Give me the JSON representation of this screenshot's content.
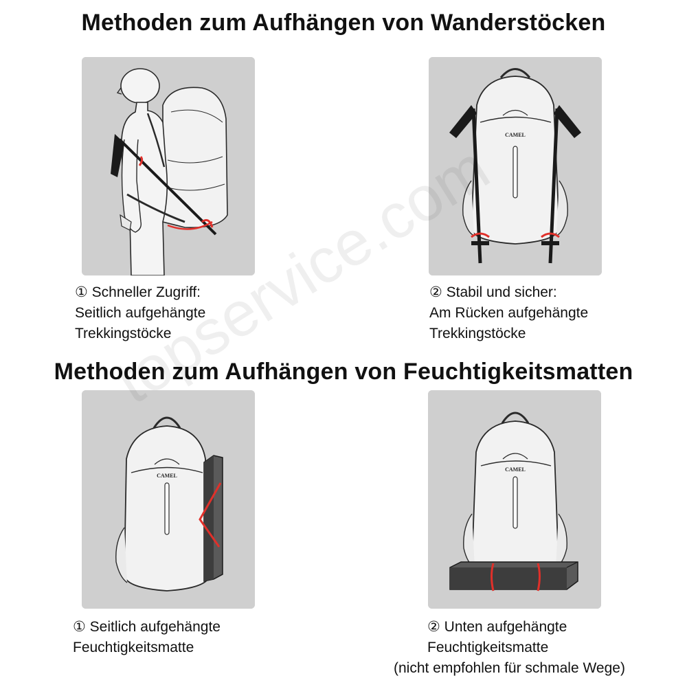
{
  "sections": {
    "poles_title": "Methoden zum Aufhängen von Wanderstöcken",
    "mats_title": "Methoden zum Aufhängen von Feuchtigkeitsmatten"
  },
  "captions": {
    "pole_side": [
      "① Schneller Zugriff:",
      "Seitlich aufgehängte",
      "Trekkingstöcke"
    ],
    "pole_back": [
      "② Stabil und sicher:",
      "Am Rücken aufgehängte",
      "Trekkingstöcke"
    ],
    "mat_side": [
      "① Seitlich aufgehängte",
      "Feuchtigkeitsmatte"
    ],
    "mat_bottom": [
      "② Unten aufgehängte",
      "Feuchtigkeitsmatte",
      "(nicht empfohlen für schmale Wege)"
    ]
  },
  "brand_label": "CAMEL",
  "watermark": "topservice.com",
  "colors": {
    "panel_bg": "#cfcfcf",
    "strap_accent": "#e0302a",
    "pack_body": "#f2f2f2",
    "outline": "#2a2a2a"
  }
}
